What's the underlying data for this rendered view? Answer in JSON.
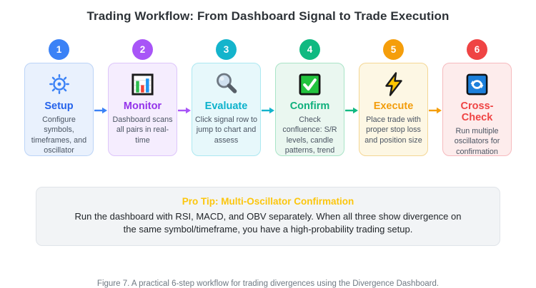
{
  "page": {
    "title": "Trading Workflow: From Dashboard Signal to Trade Execution",
    "caption": "Figure 7. A practical 6-step workflow for trading divergences using the Divergence Dashboard."
  },
  "steps": [
    {
      "number": "1",
      "title": "Setup",
      "description": "Configure symbols, timeframes, and oscillator",
      "icon": "gear-icon",
      "accent": "#3b82f6",
      "title_color": "#2563eb",
      "card_bg": "#e9f1fd",
      "card_border": "#bcd4f7",
      "arrow_to_next": "#3b82f6"
    },
    {
      "number": "2",
      "title": "Monitor",
      "description": "Dashboard scans all pairs in real-time",
      "icon": "bar-chart-icon",
      "accent": "#a855f7",
      "title_color": "#9333ea",
      "card_bg": "#f5edfe",
      "card_border": "#ddc5fa",
      "arrow_to_next": "#a855f7"
    },
    {
      "number": "3",
      "title": "Evaluate",
      "description": "Click signal row to jump to chart and assess",
      "icon": "magnifier-icon",
      "accent": "#14b4cc",
      "title_color": "#0cb2cc",
      "card_bg": "#e7f8fb",
      "card_border": "#ace8f1",
      "arrow_to_next": "#14b4cc"
    },
    {
      "number": "4",
      "title": "Confirm",
      "description": "Check confluence: S/R levels, candle patterns, trend",
      "icon": "checkmark-icon",
      "accent": "#10b981",
      "title_color": "#0fb07c",
      "card_bg": "#eaf7f0",
      "card_border": "#a9e4c7",
      "arrow_to_next": "#10b981"
    },
    {
      "number": "5",
      "title": "Execute",
      "description": "Place trade with proper stop loss and position size",
      "icon": "lightning-icon",
      "accent": "#f59e0b",
      "title_color": "#f29d0c",
      "card_bg": "#fdf7e4",
      "card_border": "#f4d694",
      "arrow_to_next": "#f59e0b"
    },
    {
      "number": "6",
      "title": "Cross-Check",
      "description": "Run multiple oscillators for confirmation",
      "icon": "refresh-icon",
      "accent": "#ef4444",
      "title_color": "#ef4444",
      "card_bg": "#fdecec",
      "card_border": "#f6babe",
      "arrow_to_next": null
    }
  ],
  "pro_tip": {
    "title": "Pro Tip: Multi-Oscillator Confirmation",
    "body": "Run the dashboard with RSI, MACD, and OBV separately. When all three show divergence on the same symbol/timeframe, you have a high-probability trading setup.",
    "title_color": "#fcc60d"
  }
}
